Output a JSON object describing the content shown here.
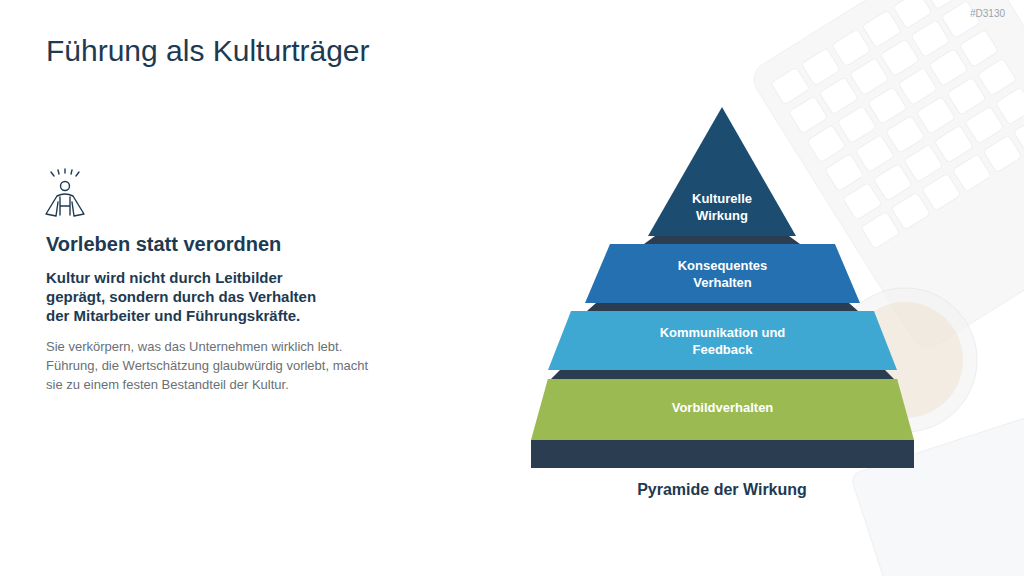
{
  "diagram": {
    "title": "Führung als Kulturträger",
    "caption": "Pyramide der Wirkung",
    "nodes": [
      {
        "text": [
          "Kulturelle Wirkung"
        ]
      },
      {
        "text": [
          "Konsequentes Verhalten"
        ]
      },
      {
        "text": [
          "Kommunikation und Feedback"
        ]
      },
      {
        "text": [
          "Vorbildverhalten"
        ]
      }
    ],
    "labels": [
      "#D3130",
      "Vorleben statt verordnen",
      "Kultur wird nicht durch Leitbilder geprägt, sondern durch das Verhalten der Mitarbeiter und Führungskräfte.",
      "Sie verkörpern, was das Unternehmen wirklich lebt. Führung, die Wertschätzung glaubwürdig vorlebt, macht sie zu einem festen Bestandteil der Kultur."
    ]
  }
}
